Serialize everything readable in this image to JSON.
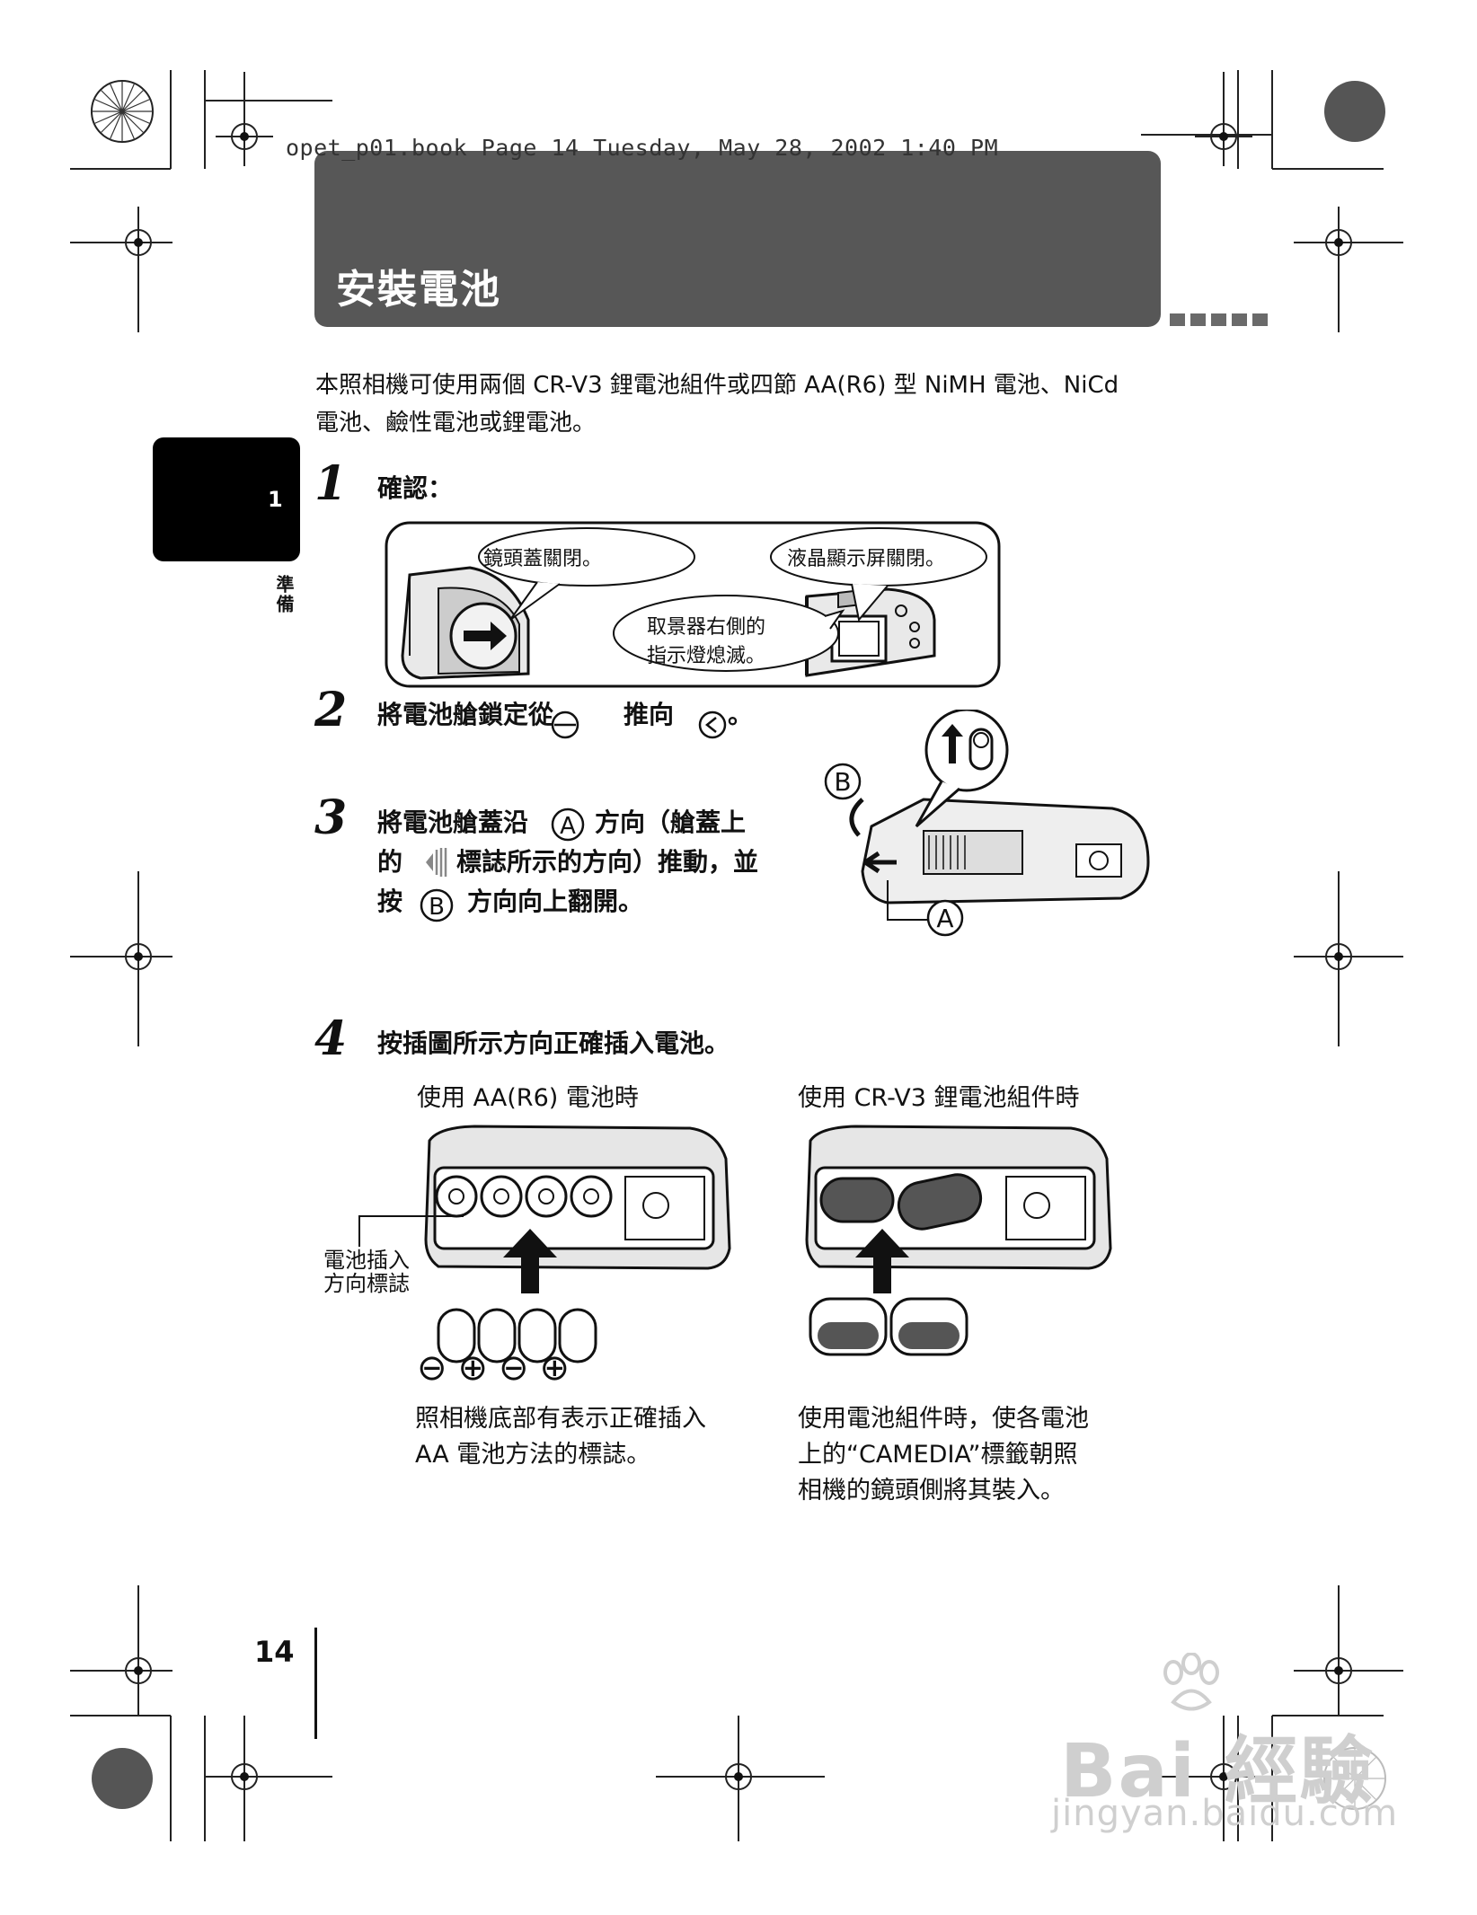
{
  "header": {
    "file_line": "opet_p01.book  Page 14  Tuesday, May 28, 2002  1:40 PM"
  },
  "title": "安裝電池",
  "intro": {
    "line1": "本照相機可使用兩個 CR-V3 鋰電池組件或四節 AA(R6) 型 NiMH 電池、NiCd",
    "line2": "電池、鹼性電池或鋰電池。"
  },
  "side_tab": {
    "number": "1",
    "label": "準備"
  },
  "steps": [
    {
      "num": "1",
      "text": "確認："
    },
    {
      "num": "2",
      "text_a": "將電池艙鎖定從",
      "text_b": "推向"
    },
    {
      "num": "3",
      "line1_a": "將電池艙蓋沿",
      "line1_b": "方向（艙蓋上",
      "line2_a": "的",
      "line2_b": "標誌所示的方向）推動，並",
      "line3_a": "按",
      "line3_b": "方向向上翻開。"
    },
    {
      "num": "4",
      "text": "按插圖所示方向正確插入電池。"
    }
  ],
  "bubbles": {
    "lens": "鏡頭蓋關閉。",
    "lcd": "液晶顯示屏關閉。",
    "viewfinder_1": "取景器右側的",
    "viewfinder_2": "指示燈熄滅。"
  },
  "labels": {
    "A": "A",
    "B": "B",
    "circle_dot": "。"
  },
  "aa_section": {
    "heading": "使用 AA(R6) 電池時",
    "mark_label_1": "電池插入",
    "mark_label_2": "方向標誌",
    "polarity": [
      "⊖",
      "⊕",
      "⊖",
      "⊕"
    ],
    "caption_1": "照相機底部有表示正確插入",
    "caption_2": "AA 電池方法的標誌。"
  },
  "crv3_section": {
    "heading": "使用 CR-V3 鋰電池組件時",
    "caption_1": "使用電池組件時，使各電池",
    "caption_2": "上的“CAMEDIA”標籤朝照",
    "caption_3": "相機的鏡頭側將其裝入。"
  },
  "page_number": "14",
  "watermark": {
    "logo": "Bai 經驗",
    "url": "jingyan.baidu.com"
  }
}
